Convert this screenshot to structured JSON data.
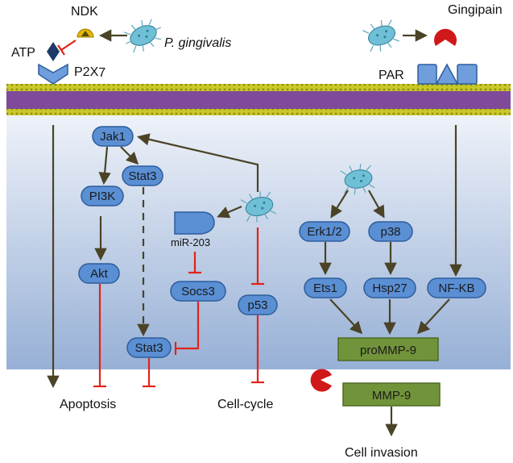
{
  "labels": {
    "ndk": "NDK",
    "atp": "ATP",
    "p2x7": "P2X",
    "p2x7_sub": "7",
    "p_gingivalis": "P. gingivalis",
    "gingipain": "Gingipain",
    "par": "PAR",
    "jak1": "Jak1",
    "stat3_top": "Stat3",
    "pi3k": "PI3K",
    "akt": "Akt",
    "mir203": "miR-203",
    "socs3": "Socs3",
    "stat3_bottom": "Stat3",
    "p53": "p53",
    "erk12": "Erk1/2",
    "p38": "p38",
    "ets1": "Ets1",
    "hsp27": "Hsp27",
    "nfkb": "NF-KB",
    "prommp9": "proMMP-9",
    "mmp9": "MMP-9",
    "apoptosis": "Apoptosis",
    "cell_cycle": "Cell-cycle",
    "cell_invasion": "Cell invasion"
  },
  "colors": {
    "node_fill": "#5a8fd4",
    "node_stroke": "#2d5d9c",
    "box_fill": "#71933a",
    "box_stroke": "#4d6a22",
    "arrow": "#4a4326",
    "inhibit": "#e2231a",
    "membrane_purple": "#7f4a9a",
    "membrane_yellow": "#c9c829",
    "cell_bg_top": "#eef2f9",
    "cell_bg_bottom": "#9cb4d8",
    "gingipain_red": "#d01818",
    "ndk_yellow": "#e2b800",
    "atp_navy": "#1d3b66",
    "bacterium_fill": "#6fc0d6"
  }
}
